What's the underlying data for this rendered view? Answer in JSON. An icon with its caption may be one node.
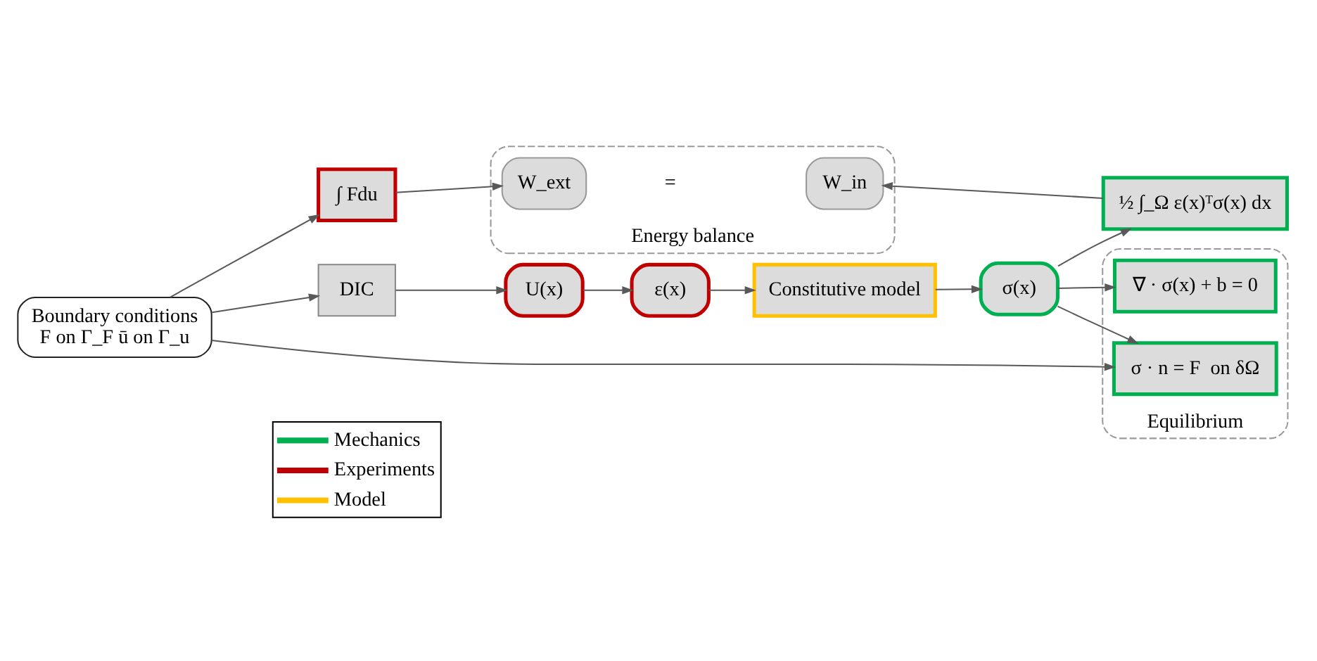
{
  "diagram": {
    "nodes": [
      {
        "text": [
          "Boundary conditions",
          "F on Γ_F ū on Γ_u"
        ]
      },
      {
        "text": [
          "DIC"
        ]
      },
      {
        "text": [
          "U(x)"
        ]
      },
      {
        "text": [
          "ε(x)"
        ]
      },
      {
        "text": [
          "Constitutive model"
        ]
      },
      {
        "text": [
          "σ(x)"
        ]
      },
      {
        "text": [
          "∫ Fdu"
        ]
      },
      {
        "text": [
          "Energy balance"
        ]
      },
      {
        "text": [
          "W_ext"
        ],
        "in": 7
      },
      {
        "text": [
          "W_in"
        ],
        "in": 7
      },
      {
        "text": [
          "½ ∫_Ω ε(x)ᵀσ(x) dx"
        ]
      },
      {
        "text": [
          "Equilibrium"
        ]
      },
      {
        "text": [
          "∇ · σ(x) + b = 0"
        ],
        "in": 11
      },
      {
        "text": [
          "σ · n = F  on δΩ"
        ],
        "in": 11
      }
    ],
    "edges": [
      {
        "from": 0,
        "to": 1,
        "arrow": "to"
      },
      {
        "from": 1,
        "to": 2,
        "arrow": "to"
      },
      {
        "from": 2,
        "to": 3,
        "arrow": "to"
      },
      {
        "from": 3,
        "to": 4,
        "arrow": "to"
      },
      {
        "from": 4,
        "to": 5,
        "arrow": "to"
      },
      {
        "from": 0,
        "to": 6,
        "arrow": "to"
      },
      {
        "from": 6,
        "to": 8,
        "arrow": "to"
      },
      {
        "from": 10,
        "to": 9,
        "arrow": "to"
      },
      {
        "from": 5,
        "to": 10,
        "arrow": "to"
      },
      {
        "from": 5,
        "to": 12,
        "arrow": "to"
      },
      {
        "from": 5,
        "to": 13,
        "arrow": "to"
      },
      {
        "from": 0,
        "to": 13,
        "arrow": "to"
      }
    ],
    "labels": [
      "="
    ],
    "legend": [
      {
        "text": "Mechanics",
        "color": "#00b050"
      },
      {
        "text": "Experiments",
        "color": "#c00000"
      },
      {
        "text": "Model",
        "color": "#ffc000"
      }
    ]
  }
}
